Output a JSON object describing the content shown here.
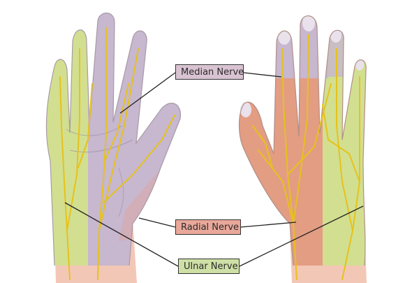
{
  "labels": {
    "median": "Median Nerve",
    "radial": "Radial Nerve",
    "ulnar": "Ulnar Nerve"
  },
  "colors": {
    "median": "#c7b7cf",
    "radial": "#e39d83",
    "ulnar": "#d2df90",
    "skin": "#f1c9b0",
    "nerve": "#e6c21c",
    "outline": "#333333"
  }
}
